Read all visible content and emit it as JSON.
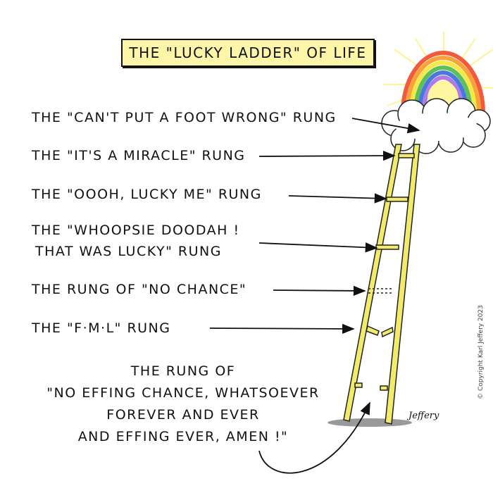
{
  "title": "THE \"LUCKY LADDER\" OF LIFE",
  "rungs": [
    "THE \"CAN'T PUT A FOOT WRONG\" RUNG",
    "THE \"IT'S A MIRACLE\" RUNG",
    "THE \"OOOH, LUCKY ME\" RUNG",
    "THE \"WHOOPSIE DOODAH !",
    "THAT WAS LUCKY\" RUNG",
    "THE RUNG OF \"NO CHANCE\"",
    "THE \"F·M·L\" RUNG"
  ],
  "bottom_rung": [
    "THE RUNG OF",
    "\"NO EFFING CHANCE, WHATSOEVER",
    "FOREVER AND EVER",
    "AND EFFING EVER, AMEN !\""
  ],
  "signature": "Jeffery",
  "copyright": "© Copyright Karl Jeffery 2023",
  "colors": {
    "ladder": "#f2ea6a",
    "title_bg": "#fdf6a8"
  }
}
